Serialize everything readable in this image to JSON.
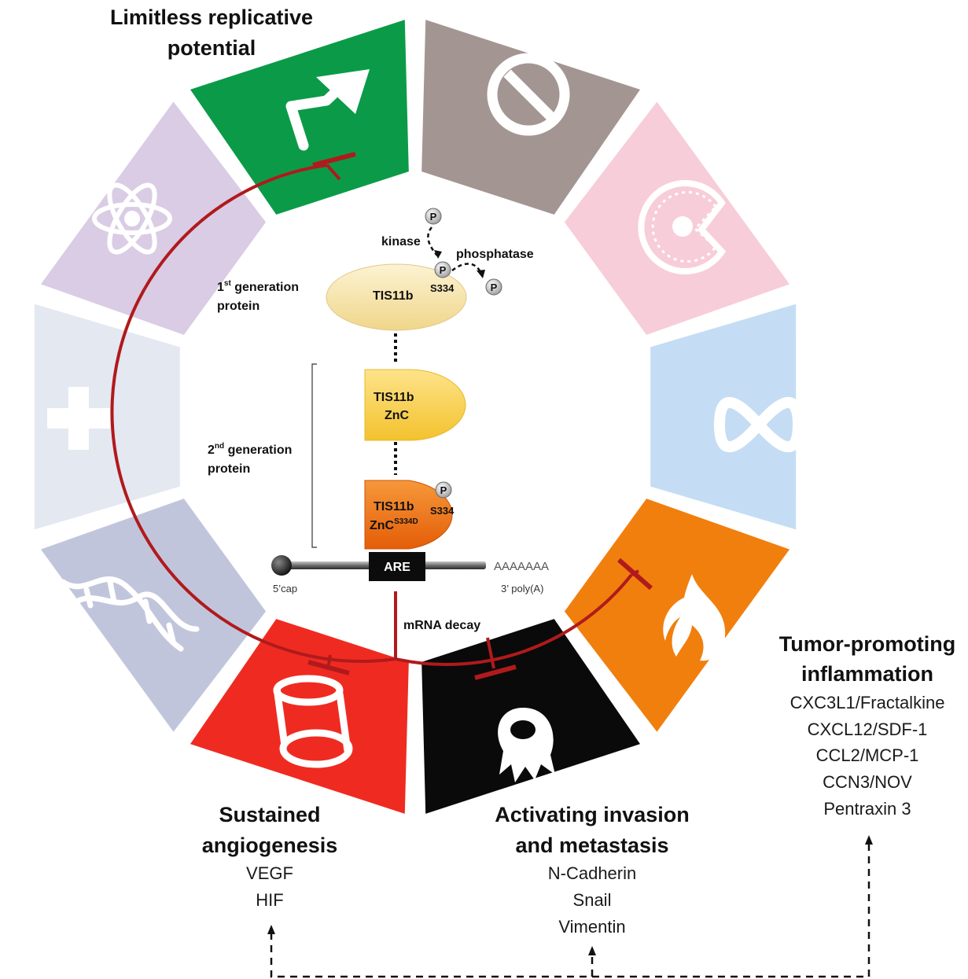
{
  "hallmarks": {
    "replicative": {
      "title_line1": "Limitless replicative",
      "title_line2": "potential"
    },
    "inflammation": {
      "title_line1": "Tumor-promoting",
      "title_line2": "inflammation",
      "genes": [
        "CXC3L1/Fractalkine",
        "CXCL12/SDF-1",
        "CCL2/MCP-1",
        "CCN3/NOV",
        "Pentraxin 3"
      ]
    },
    "angiogenesis": {
      "title_line1": "Sustained",
      "title_line2": "angiogenesis",
      "genes": [
        "VEGF",
        "HIF"
      ]
    },
    "invasion": {
      "title_line1": "Activating invasion",
      "title_line2": "and metastasis",
      "genes": [
        "N-Cadherin",
        "Snail",
        "Vimentin"
      ]
    }
  },
  "ring_segments": [
    {
      "name": "limitless-replicative-potential",
      "color": "#0b9b48",
      "icon": "arrow-icon"
    },
    {
      "name": "evading-growth-suppressors",
      "color": "#a39692",
      "icon": "prohibition-icon"
    },
    {
      "name": "avoiding-immune-destruction",
      "color": "#f7cdd9",
      "icon": "pacman-cell-icon"
    },
    {
      "name": "reprogramming-energy-metabolism",
      "color": "#c4ddf4",
      "icon": "infinity-icon"
    },
    {
      "name": "tumor-promoting-inflammation",
      "color": "#f17f0d",
      "icon": "flame-icon"
    },
    {
      "name": "activating-invasion-metastasis",
      "color": "#0a0a0a",
      "icon": "invasive-cell-icon"
    },
    {
      "name": "sustained-angiogenesis",
      "color": "#ef2b21",
      "icon": "blood-vessel-icon"
    },
    {
      "name": "genome-instability",
      "color": "#c1c5dc",
      "icon": "dna-icon"
    },
    {
      "name": "resisting-cell-death",
      "color": "#e4e8f1",
      "icon": "plus-icon"
    },
    {
      "name": "deregulating-cellular-energetics",
      "color": "#d9cce4",
      "icon": "atom-icon"
    }
  ],
  "center": {
    "kinase": "kinase",
    "phosphatase": "phosphatase",
    "p": "P",
    "gen1_line1_main": "1",
    "gen1_line1_sup": "st",
    "gen1_line1_rest": " generation",
    "gen1_line2": "protein",
    "gen2_line1_main": "2",
    "gen2_line1_sup": "nd",
    "gen2_line1_rest": " generation",
    "gen2_line2": "protein",
    "tis11b": "TIS11b",
    "s334": "S334",
    "znc": "ZnC",
    "znc_sup": "S334D",
    "are": "ARE",
    "polya_tail": "AAAAAAA",
    "cap": "5’cap",
    "polya": "3’ poly(A)",
    "mrna_decay": "mRNA decay"
  },
  "colors": {
    "inhibition": "#b01a1c",
    "gen1_protein": "#f6e3a2",
    "gen2_protein": "#f8d048",
    "mutant_protein": "#ee6d0c"
  }
}
